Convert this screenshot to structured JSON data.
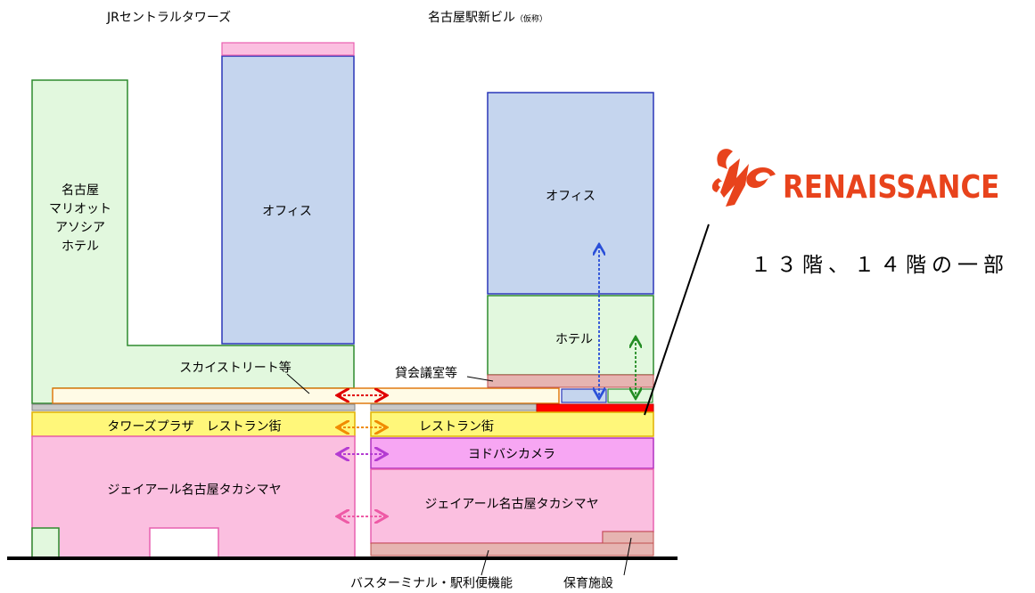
{
  "buildings": {
    "left_title": "JRセントラルタワーズ",
    "right_title_main": "名古屋駅新ビル",
    "right_title_note": "（仮称）"
  },
  "areas": {
    "hotel_left": [
      "名古屋",
      "マリオット",
      "アソシア",
      "ホテル"
    ],
    "office_left": "オフィス",
    "office_right": "オフィス",
    "hotel_right": "ホテル",
    "sky_street": "スカイストリート等",
    "meeting_rooms": "貸会議室等",
    "towers_plaza": "タワーズプラザ　レストラン街",
    "restaurant_right": "レストラン街",
    "yodobashi": "ヨドバシカメラ",
    "takashimaya_left": "ジェイアール名古屋タカシマヤ",
    "takashimaya_right": "ジェイアール名古屋タカシマヤ",
    "bus_terminal": "バスターミナル・駅利便機能",
    "nursery": "保育施設"
  },
  "tenant": {
    "logo_text": "RENAISSANCE",
    "floors": "１３階、１４階の一部"
  },
  "colors": {
    "office": "#c5d5ee",
    "hotel": "#e2f8de",
    "retail": "#fbbfe0",
    "restaurant": "#fff77a",
    "yodobashi": "#f7a6f3",
    "service": "#e6b4b1",
    "renaissance": "#ff0000",
    "logo": "#e8431c"
  }
}
